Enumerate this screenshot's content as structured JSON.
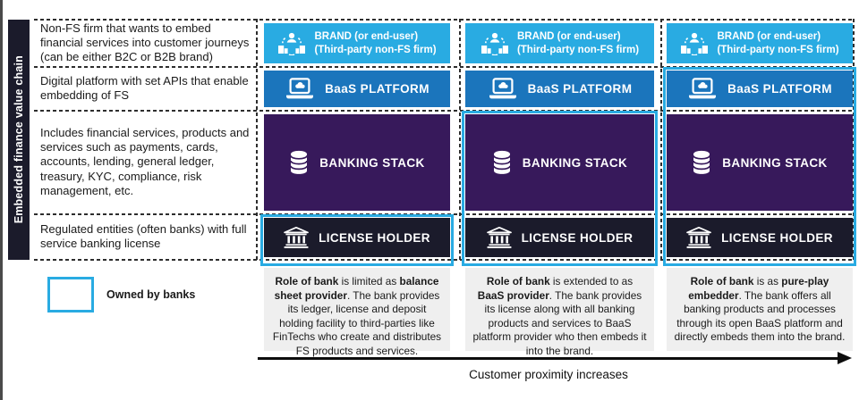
{
  "frame": {
    "vertical_label": "Embedded finance value chain"
  },
  "layers": [
    {
      "description": "Non-FS firm that wants to embed financial services into customer journeys (can be either B2C or B2B brand)"
    },
    {
      "description": "Digital platform with set APIs that enable embedding of FS"
    },
    {
      "description": "Includes financial services, products and services such as payments, cards, accounts, lending, general ledger, treasury, KYC, compliance, risk management, etc."
    },
    {
      "description": "Regulated entities (often banks) with full service banking license"
    }
  ],
  "box_labels": {
    "brand_line1": "BRAND (or end-user)",
    "brand_line2": "(Third-party non-FS firm)",
    "baas_platform": "BaaS PLATFORM",
    "banking_stack": "BANKING STACK",
    "license_holder": "LICENSE HOLDER"
  },
  "columns": [
    {
      "owned_by_bank_layers": [
        "LICENSE HOLDER"
      ],
      "role_text": [
        {
          "text": "Role of bank",
          "bold": true
        },
        {
          "text": " is limited as ",
          "bold": false
        },
        {
          "text": "balance sheet provider",
          "bold": true
        },
        {
          "text": ". The bank provides its ledger, license and deposit holding facility to third-parties like FinTechs who create and distributes FS products and services.",
          "bold": false
        }
      ]
    },
    {
      "owned_by_bank_layers": [
        "BANKING STACK",
        "LICENSE HOLDER"
      ],
      "role_text": [
        {
          "text": "Role of bank",
          "bold": true
        },
        {
          "text": " is extended to as ",
          "bold": false
        },
        {
          "text": "BaaS provider",
          "bold": true
        },
        {
          "text": ". The bank provides its license along with all banking products and services to BaaS platform provider who then embeds it into the brand.",
          "bold": false
        }
      ]
    },
    {
      "owned_by_bank_layers": [
        "BaaS PLATFORM",
        "BANKING STACK",
        "LICENSE HOLDER"
      ],
      "role_text": [
        {
          "text": "Role of bank",
          "bold": true
        },
        {
          "text": " is as ",
          "bold": false
        },
        {
          "text": "pure-play embedder",
          "bold": true
        },
        {
          "text": ". The bank offers all banking products and processes through its open BaaS platform and directly embeds them into the brand.",
          "bold": false
        }
      ]
    }
  ],
  "legend": {
    "label": "Owned by banks"
  },
  "footer": {
    "arrow_caption": "Customer proximity increases"
  },
  "colors": {
    "brand_cyan": "#29ABE2",
    "platform_blue": "#1B75BC",
    "stack_purple": "#37195B",
    "license_navy": "#1B1B2B",
    "owned_border_cyan": "#29ABE2",
    "role_block_gray": "#EFEFEF"
  }
}
